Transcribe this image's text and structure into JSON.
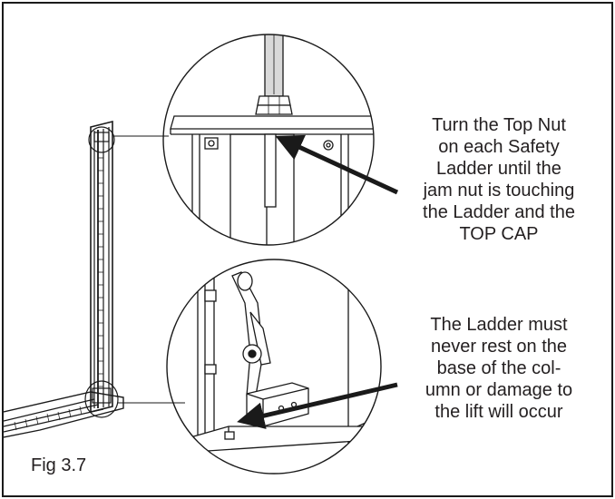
{
  "figure": {
    "label": "Fig 3.7"
  },
  "callouts": {
    "top": {
      "lines": [
        "Turn the Top Nut",
        "on each Safety",
        "Ladder until the",
        "jam nut is touching",
        "the Ladder and the",
        "TOP CAP"
      ]
    },
    "bottom": {
      "lines": [
        "The Ladder must",
        "never rest on the",
        "base of the col-",
        "umn or damage to",
        "the lift will occur"
      ]
    }
  },
  "colors": {
    "ink": "#231f20",
    "line": "#1a1a1a",
    "background": "#ffffff"
  }
}
